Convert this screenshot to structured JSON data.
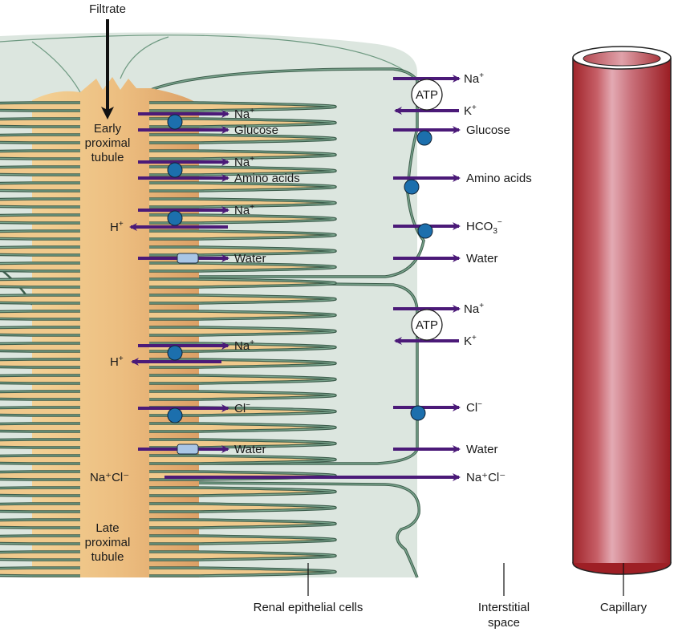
{
  "title": "Proximal tubule reabsorption",
  "colors": {
    "cell_fill": "#dce6df",
    "cell_stroke": "#4e7a63",
    "lumen_light": "#f1cc8e",
    "lumen_dark": "#e0a869",
    "arrow": "#4b1a78",
    "carrier": "#1c6fad",
    "channel": "#a9c6e6",
    "capillary_dark": "#9e1f25",
    "capillary_light": "#e3aab3"
  },
  "labels": {
    "filtrate": "Filtrate",
    "early_tubule": [
      "Early",
      "proximal",
      "tubule"
    ],
    "late_tubule": [
      "Late",
      "proximal",
      "tubule"
    ],
    "renal_cells": "Renal epithelial cells",
    "interstitial": [
      "Interstitial",
      "space"
    ],
    "capillary": "Capillary",
    "atp": "ATP"
  },
  "apical_early": [
    {
      "name": "Na",
      "sup": "+",
      "dir": "right"
    },
    {
      "name": "Glucose",
      "sup": "",
      "dir": "right"
    },
    {
      "name": "Na",
      "sup": "+",
      "dir": "right"
    },
    {
      "name": "Amino acids",
      "sup": "",
      "dir": "right"
    },
    {
      "name": "Na",
      "sup": "+",
      "dir": "right"
    },
    {
      "name": "H",
      "sup": "+",
      "dir": "left"
    },
    {
      "name": "Water",
      "sup": "",
      "dir": "right"
    }
  ],
  "basolateral_early": [
    {
      "name": "Na",
      "sup": "+",
      "dir": "right"
    },
    {
      "name": "K",
      "sup": "+",
      "dir": "left"
    },
    {
      "name": "Glucose",
      "sup": "",
      "dir": "right"
    },
    {
      "name": "Amino acids",
      "sup": "",
      "dir": "right"
    },
    {
      "name": "HCO",
      "sub": "3",
      "sup": "−",
      "dir": "right"
    },
    {
      "name": "Water",
      "sup": "",
      "dir": "right"
    }
  ],
  "apical_late": [
    {
      "name": "Na",
      "sup": "+",
      "dir": "right"
    },
    {
      "name": "H",
      "sup": "+",
      "dir": "left"
    },
    {
      "name": "Cl",
      "sup": "−",
      "dir": "right"
    },
    {
      "name": "Water",
      "sup": "",
      "dir": "right"
    },
    {
      "name": "Na⁺Cl⁻",
      "sup": "",
      "dir": "right"
    }
  ],
  "basolateral_late": [
    {
      "name": "Na",
      "sup": "+",
      "dir": "right"
    },
    {
      "name": "K",
      "sup": "+",
      "dir": "left"
    },
    {
      "name": "Cl",
      "sup": "−",
      "dir": "right"
    },
    {
      "name": "Water",
      "sup": "",
      "dir": "right"
    },
    {
      "name": "Na⁺Cl⁻",
      "sup": "",
      "dir": "right"
    }
  ]
}
